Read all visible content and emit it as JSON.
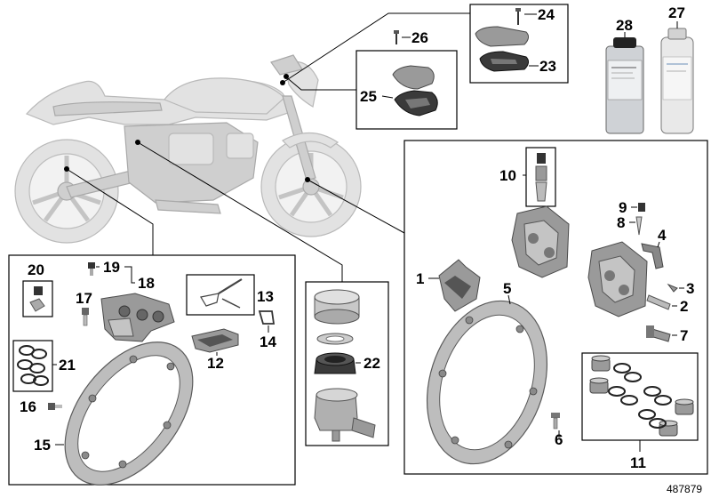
{
  "diagram_ref": "487879",
  "callouts": {
    "c1": "1",
    "c2": "2",
    "c3": "3",
    "c4": "4",
    "c5": "5",
    "c6": "6",
    "c7": "7",
    "c8": "8",
    "c9": "9",
    "c10": "10",
    "c11": "11",
    "c12": "12",
    "c13": "13",
    "c14": "14",
    "c15": "15",
    "c16": "16",
    "c17": "17",
    "c18": "18",
    "c19": "19",
    "c20": "20",
    "c21": "21",
    "c22": "22",
    "c23": "23",
    "c24": "24",
    "c25": "25",
    "c26": "26",
    "c27": "27",
    "c28": "28"
  }
}
